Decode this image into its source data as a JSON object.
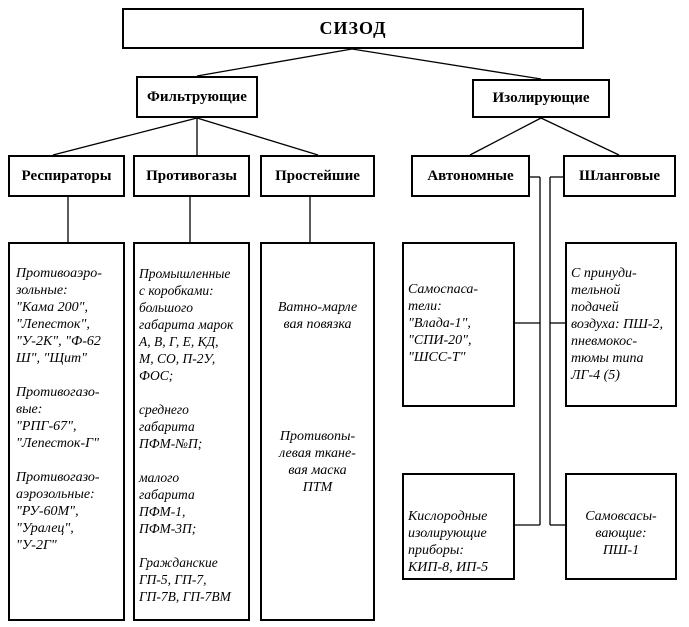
{
  "root": "СИЗОД",
  "groups": {
    "filtering": "Фильтрующие",
    "isolating": "Изолирующие"
  },
  "types": {
    "respirators": "Респираторы",
    "gasmasks": "Противогазы",
    "simplest": "Простейшие",
    "autonomous": "Автономные",
    "hose": "Шланговые"
  },
  "details": {
    "respirators": "Противоаэро-\nзольные:\n\"Кама  200\",\n\"Лепесток\",\n\"У-2К\", \"Ф-62\nШ\", \"Щит\"\n\nПротивогазо-\nвые:\n\"РПГ-67\",\n\"Лепесток-Г\"\n\nПротивогазо-\nаэрозольные:\n\"РУ-60М\",\n\"Уралец\",\n\"У-2Г\"",
    "gasmasks": "Промышленные\nс коробками:\nбольшого\nгабарита марок\nА, В, Г, Е, КД,\nМ, СО, П-2У,\nФОС;\n\nсреднего\nгабарита\nПФМ-№П;\n\nмалого\nгабарита\nПФМ-1,\nПФМ-3П;\n\nГражданские\nГП-5, ГП-7,\nГП-7В, ГП-7ВМ",
    "simplest_1": "Ватно-марле\nвая повязка",
    "simplest_2": "Противопы-\nлевая ткане-\nвая маска\nПТМ",
    "autonomous_1": "Самоспаса-\nтели:\n\"Влада-1\",\n\"СПИ-20\",\n\"ШСС-Т\"",
    "autonomous_2": "Кислородные\nизолирующие\nприборы:\nКИП-8, ИП-5",
    "hose_1": "С принуди-\nтельной\nподачей\nвоздуха: ПШ-2,\nпневмокос-\nтюмы типа\nЛГ-4 (5)",
    "hose_2": "Самовсасы-\nвающие:\nПШ-1"
  }
}
